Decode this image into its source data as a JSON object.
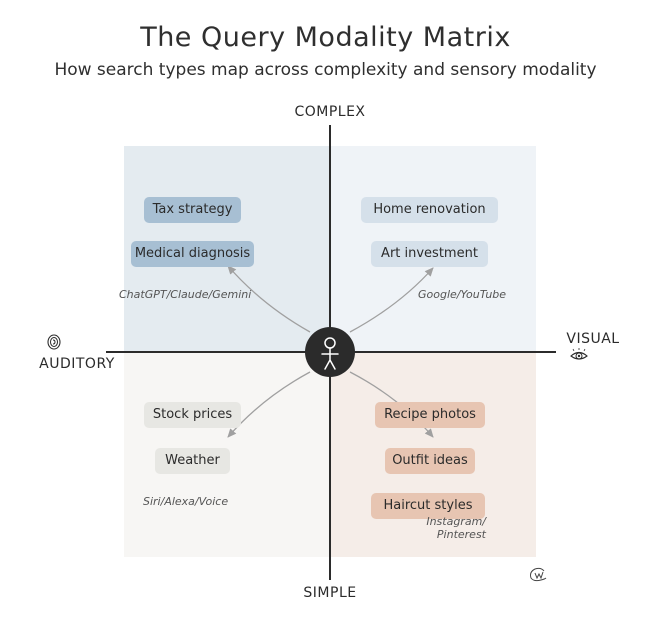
{
  "title": "The Query Modality Matrix",
  "subtitle": "How search types map across complexity and sensory modality",
  "axes": {
    "top": "COMPLEX",
    "bottom": "SIMPLE",
    "left": "AUDITORY",
    "right": "VISUAL",
    "left_icon": "ear-icon",
    "right_icon": "eye-icon"
  },
  "center_icon": "person-icon",
  "quadrants": {
    "complex_auditory": {
      "items": [
        "Tax strategy",
        "Medical diagnosis"
      ],
      "platform": "ChatGPT/Claude/Gemini",
      "color": "#a7bfd3",
      "background": "#e4ebf0"
    },
    "complex_visual": {
      "items": [
        "Home renovation",
        "Art investment"
      ],
      "platform": "Google/YouTube",
      "color": "#d5e0ea",
      "background": "#eff3f7"
    },
    "simple_auditory": {
      "items": [
        "Stock prices",
        "Weather"
      ],
      "platform": "Siri/Alexa/Voice",
      "color": "#e7e7e3",
      "background": "#f7f6f4"
    },
    "simple_visual": {
      "items": [
        "Recipe photos",
        "Outfit ideas",
        "Haircut styles"
      ],
      "platform": "Instagram/ Pinterest",
      "color": "#e7c5b2",
      "background": "#f5ede8"
    }
  },
  "watermark": "@"
}
